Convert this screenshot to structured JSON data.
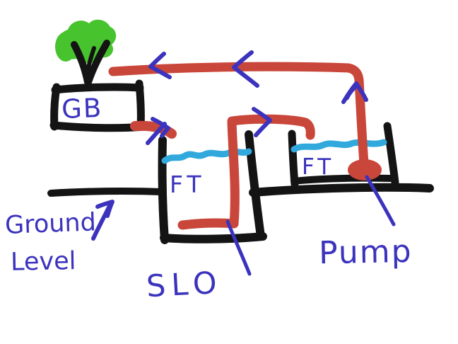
{
  "diagram": {
    "kind": "hand-drawn marker sketch of a wastewater treatment flow",
    "labels": {
      "gb": "GB",
      "ft_left": "FT",
      "ft_right": "FT",
      "ground_line1": "Ground",
      "ground_line2": "Level",
      "slo": "SLO",
      "pump": "Pump"
    },
    "components": [
      "tree",
      "gb-box",
      "filter-tank-left",
      "filter-tank-right",
      "slo-dip-pipe",
      "pump",
      "ground-level-line",
      "water-surface-left",
      "water-surface-right",
      "return-pipe-top",
      "flow-arrows"
    ],
    "colors": {
      "pen_blue": "#3b33bd",
      "pipe_red": "#c9463a",
      "water_cyan": "#31a9dc",
      "tree_green": "#47c32e",
      "ink_black": "#141414",
      "background": "#ffffff"
    }
  }
}
